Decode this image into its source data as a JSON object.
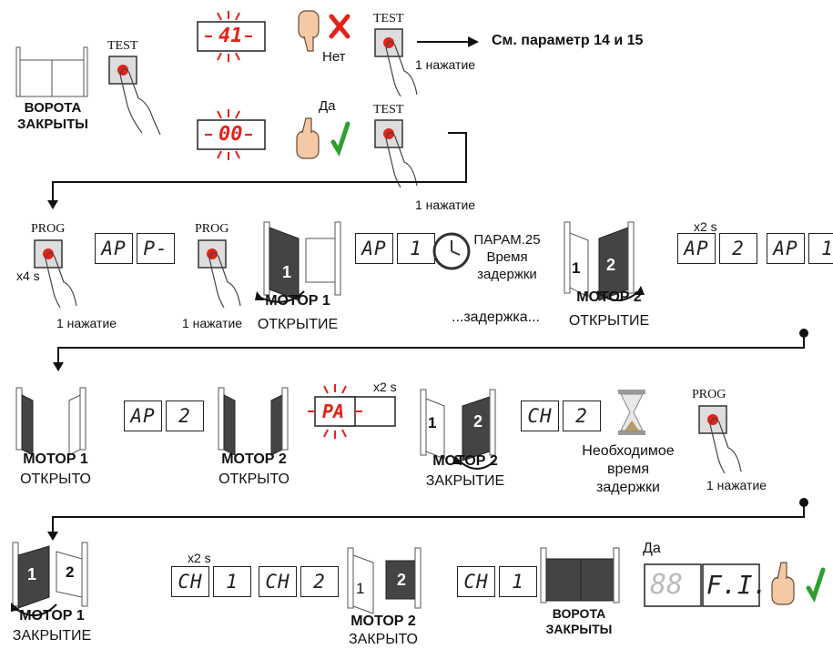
{
  "row1": {
    "gate_closed_label": "ВОРОТА\nЗАКРЫТЫ",
    "test_label": "TEST",
    "disp_error": "41",
    "no_label": "Нет",
    "press_once": "1 нажатие",
    "see_param": "См. параметр 14 и 15",
    "disp_ok": "00",
    "yes_label": "Да"
  },
  "row2": {
    "prog_label": "PROG",
    "x4s": "x4 s",
    "press_once": "1 нажатие",
    "disp_ap_p": [
      "AP",
      "P-"
    ],
    "disp_ap_1": [
      "AP",
      "1"
    ],
    "param25": "ПАРАМ.25\nВремя\nзадержки",
    "delay": "...задержка...",
    "motor1": "МОТОР 1",
    "opening": "ОТКРЫТИЕ",
    "motor2": "МОТОР 2",
    "x2s": "x2 s",
    "disp_ap_2": [
      "AP",
      "2"
    ],
    "disp_ap_1b": [
      "AP",
      "1"
    ],
    "leaf1": "1",
    "leaf2": "2"
  },
  "row3": {
    "motor1": "МОТОР 1",
    "opened": "ОТКРЫТО",
    "disp_ap_2": [
      "AP",
      "2"
    ],
    "motor2": "МОТОР 2",
    "disp_pa": "PA",
    "x2s": "x2 s",
    "closing": "ЗАКРЫТИЕ",
    "disp_ch_2": [
      "CH",
      "2"
    ],
    "needed_time": "Необходимое\nвремя\nзадержки",
    "prog_label": "PROG",
    "press_once": "1 нажатие",
    "leaf1": "1",
    "leaf2": "2"
  },
  "row4": {
    "motor1": "МОТОР 1",
    "closing": "ЗАКРЫТИЕ",
    "x2s": "x2 s",
    "disp_ch_1": [
      "CH",
      "1"
    ],
    "disp_ch_2": [
      "CH",
      "2"
    ],
    "motor2": "МОТОР 2",
    "closed": "ЗАКРЫТО",
    "disp_ch_1b": [
      "CH",
      "1"
    ],
    "gate_closed_label": "ВОРОТА\nЗАКРЫТЫ",
    "yes_label": "Да",
    "disp_88": "88",
    "disp_fi": "F.I.",
    "leaf1": "1",
    "leaf2": "2"
  },
  "colors": {
    "red": "#e2231a",
    "green": "#2e9e2e",
    "dark": "#444444",
    "line": "#111111"
  }
}
